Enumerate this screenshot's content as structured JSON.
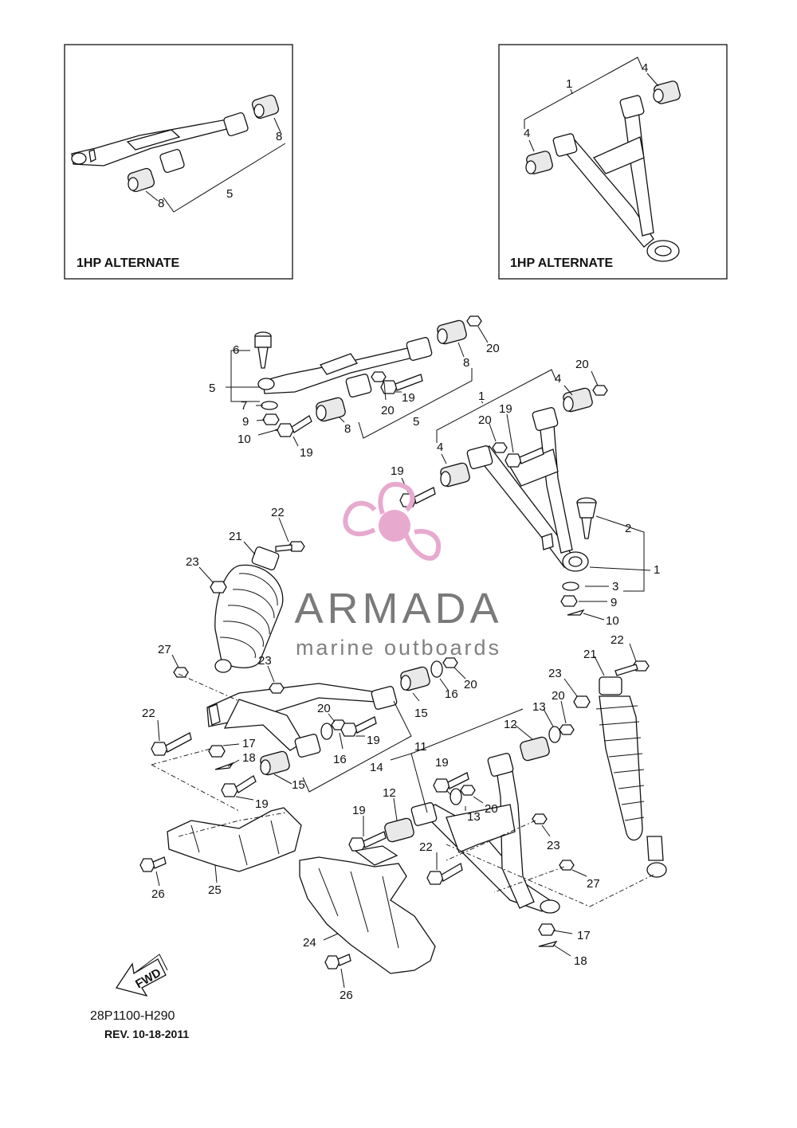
{
  "insets": {
    "left_caption": "1HP ALTERNATE",
    "right_caption": "1HP ALTERNATE"
  },
  "brand": {
    "name": "ARMADA",
    "tagline": "marine outboards",
    "accent_color": "#e8a9cf"
  },
  "footer": {
    "diagram_code": "28P1100-H290",
    "revision": "REV.  10-18-2011"
  },
  "fwd_label": "FWD",
  "callouts": {
    "l5": "5",
    "l8a": "8",
    "l8b": "8",
    "r1": "1",
    "r4a": "4",
    "r4b": "4",
    "c6": "6",
    "c5": "5",
    "c7": "7",
    "c9": "9",
    "c10": "10",
    "c19a": "19",
    "c8a": "8",
    "c20a": "20",
    "c8b": "8",
    "c20b": "20",
    "c19b": "19",
    "c5b": "5",
    "c1a": "1",
    "c4a": "4",
    "c20c": "20",
    "c20d": "20",
    "c19c": "19",
    "c4b": "4",
    "c19d": "19",
    "c2": "2",
    "c1b": "1",
    "c3": "3",
    "c9b": "9",
    "c10b": "10",
    "c22a": "22",
    "c21a": "21",
    "c23a": "23",
    "c27a": "27",
    "c23b": "23",
    "c20e": "20",
    "c16a": "16",
    "c15a": "15",
    "c22b": "22",
    "c20f": "20",
    "c17a": "17",
    "c18a": "18",
    "c19e": "19",
    "c16b": "16",
    "c15b": "15",
    "c14": "14",
    "c19f": "19",
    "c22c": "22",
    "c21b": "21",
    "c23c": "23",
    "c20g": "20",
    "c13a": "13",
    "c12a": "12",
    "c11": "11",
    "c19g": "19",
    "c12b": "12",
    "c13b": "13",
    "c20h": "20",
    "c19h": "19",
    "c22d": "22",
    "c23d": "23",
    "c27b": "27",
    "c26a": "26",
    "c25": "25",
    "c24": "24",
    "c26b": "26",
    "c17b": "17",
    "c18b": "18"
  }
}
